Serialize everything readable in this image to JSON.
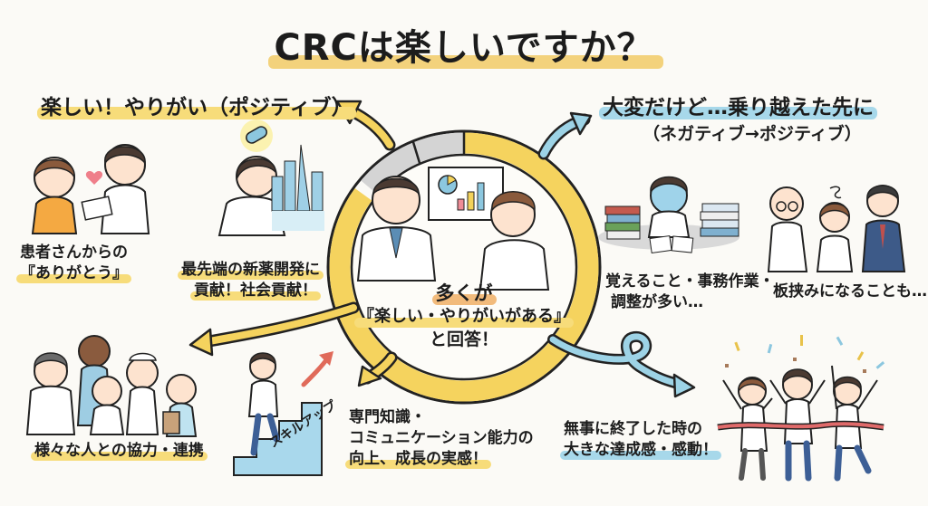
{
  "title": "CRCは楽しいですか？",
  "positive": {
    "heading": "楽しい！やりがい（ポジティブ）",
    "items": [
      {
        "caption_line1": "患者さんからの",
        "caption_line2": "『ありがとう』",
        "illustration": "patient-thanks-illustration"
      },
      {
        "caption_line1": "最先端の新薬開発に",
        "caption_line2": "貢献！社会貢献！",
        "illustration": "new-drug-city-illustration"
      },
      {
        "caption_line1": "様々な人との協力・連携",
        "illustration": "medical-team-illustration"
      },
      {
        "caption_line1": "専門知識・",
        "caption_line2": "コミュニケーション能力の",
        "caption_line3": "向上、成長の実感！",
        "stairs_label": "スキルアップ",
        "illustration": "skill-up-stairs-illustration"
      }
    ]
  },
  "negative": {
    "heading": "大変だけど…乗り越えた先に",
    "subheading": "（ネガティブ→ポジティブ）",
    "items": [
      {
        "caption_line1": "覚えること・事務作業・",
        "caption_line2": "調整が多い…",
        "illustration": "overwhelmed-paperwork-illustration"
      },
      {
        "caption_line1": "板挟みになることも…",
        "illustration": "caught-in-middle-illustration"
      },
      {
        "caption_line1": "無事に終了した時の",
        "caption_line2": "大きな達成感・感動！",
        "illustration": "finish-line-celebration-illustration"
      }
    ]
  },
  "center": {
    "line1": "多くが",
    "line2": "『楽しい・やりがいがある』",
    "line3": "と回答！",
    "ring": {
      "positive_share_pct": 85,
      "other_share_pct": 15
    }
  },
  "colors": {
    "yellow": "#f5d35e",
    "yellow_highlight": "#f7dc7a",
    "blue": "#9dd3e6",
    "gray": "#d4d4d4",
    "orange_highlight": "#f2bb7c",
    "background": "#fbfaf6"
  }
}
